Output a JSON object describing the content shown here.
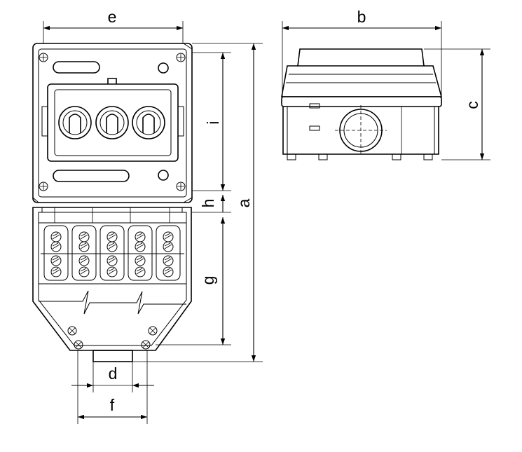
{
  "drawing": {
    "dimensions": {
      "a": "a",
      "b": "b",
      "c": "c",
      "d": "d",
      "e": "e",
      "f": "f",
      "g": "g",
      "h": "h",
      "i": "i"
    }
  }
}
